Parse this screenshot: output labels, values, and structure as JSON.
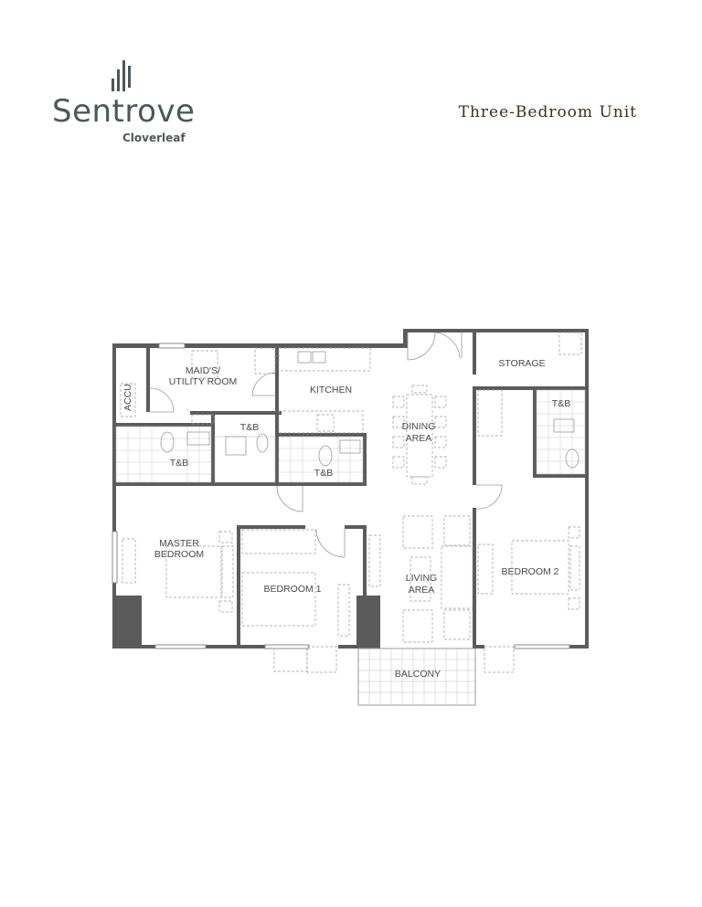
{
  "brand": {
    "name": "Sentrove",
    "subname": "Cloverleaf"
  },
  "title": "Three-Bedroom Unit",
  "rooms": {
    "maids_line1": "MAID'S/",
    "maids_line2": "UTILITY ROOM",
    "kitchen": "KITCHEN",
    "dining_line1": "DINING",
    "dining_line2": "AREA",
    "storage": "STORAGE",
    "tb_maid": "T&B",
    "tb_master": "T&B",
    "tb_bedroom1": "T&B",
    "tb_bedroom2": "T&B",
    "master_line1": "MASTER",
    "master_line2": "BEDROOM",
    "bedroom1": "BEDROOM 1",
    "living_line1": "LIVING",
    "living_line2": "AREA",
    "bedroom2": "BEDROOM 2",
    "balcony": "BALCONY",
    "accu": "ACCU"
  }
}
